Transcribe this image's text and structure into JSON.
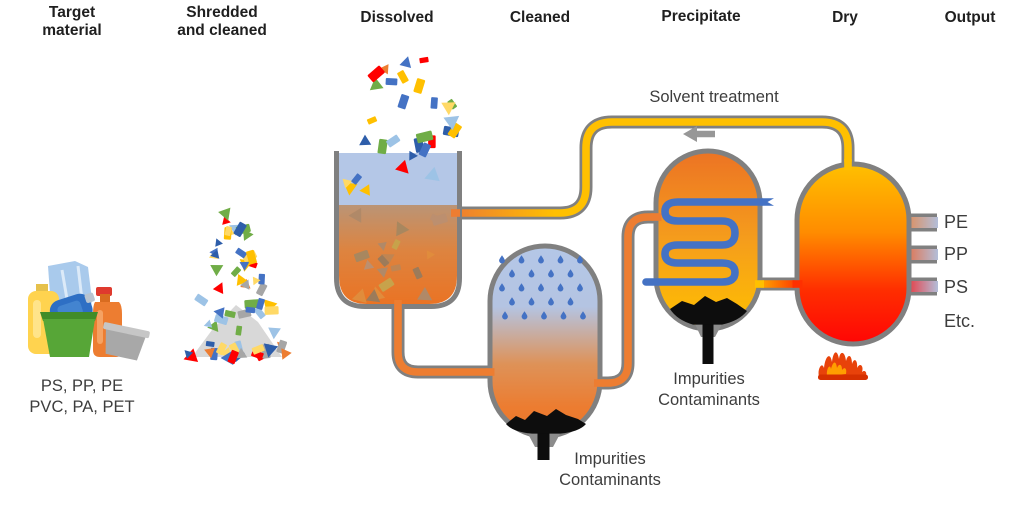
{
  "stage_headers": [
    {
      "id": "target",
      "label": "Target\nmaterial"
    },
    {
      "id": "shredded",
      "label": "Shredded\nand cleaned"
    },
    {
      "id": "dissolved",
      "label": "Dissolved"
    },
    {
      "id": "cleaned",
      "label": "Cleaned"
    },
    {
      "id": "precipitate",
      "label": "Precipitate"
    },
    {
      "id": "dry",
      "label": "Dry"
    },
    {
      "id": "output",
      "label": "Output"
    }
  ],
  "annotations": {
    "solvent_treatment": "Solvent treatment",
    "target_materials": "PS, PP, PE\nPVC, PA, PET",
    "cleaned_impurities": "Impurities\nContaminants",
    "precipitate_impurities": "Impurities\nContaminants"
  },
  "outputs": [
    {
      "label": "PE"
    },
    {
      "label": "PP"
    },
    {
      "label": "PS"
    },
    {
      "label": "Etc."
    }
  ],
  "colors": {
    "pipe_outline_gray": "#808080",
    "solvent_blue": "#B4C7E7",
    "droplet_blue": "#4472C4",
    "coil_blue": "#4472C4",
    "polymer_orange": "#ED7D31",
    "solvent_yellow": "#FFC000",
    "heat_red": "#FF0000",
    "flake_palette": [
      "#4472C4",
      "#ED7D31",
      "#70AD47",
      "#FFD966",
      "#FF0000",
      "#A6A6A6",
      "#9DC3E6",
      "#FFC000",
      "#2E5EAA"
    ],
    "falling_flake_palette": [
      "#4472C4",
      "#ED7D31",
      "#70AD47",
      "#FFD966",
      "#FF0000",
      "#9DC3E6",
      "#FFC000",
      "#2E5EAA"
    ],
    "dissolving_flake_palette": [
      "#C08552",
      "#B08968",
      "#D9965C",
      "#BC8F6F",
      "#C7A24B",
      "#A8875F",
      "#E08C3C",
      "#9C7B5A"
    ]
  }
}
